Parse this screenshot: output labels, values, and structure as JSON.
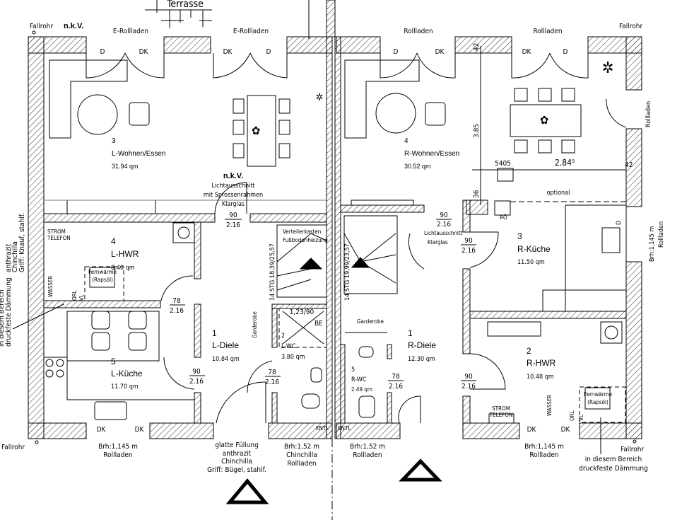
{
  "top": {
    "terrasse": "Terrasse",
    "fallrohr_l": "Fallrohr",
    "nkv": "n.k.V.",
    "e_rollladen_1": "E-Rollladen",
    "e_rollladen_2": "E-Rollladen",
    "rollladen_1": "Rollladen",
    "rollladen_2": "Rollladen",
    "fallrohr_r": "Fallrohr",
    "doors": [
      "D",
      "DK",
      "DK",
      "D",
      "D",
      "DK",
      "DK",
      "D"
    ]
  },
  "left": {
    "wohnen": {
      "num": "3",
      "name": "L-Wohnen/Essen",
      "area": "31.94  qm"
    },
    "window_note": {
      "nkv": "n.k.V.",
      "l1": "Lichtausschnitt",
      "l2": "mit Sprossenrahmen",
      "l3": "Klarglas",
      "w": "90",
      "h": "2.16"
    },
    "hwr": {
      "num": "4",
      "name": "L-HWR",
      "area": "8.40  qm",
      "strom": "STROM",
      "telefon": "TELEFON",
      "wasser": "WASSER",
      "orl": "ORL",
      "vl": "VL",
      "fw1": "Fernwärme",
      "fw2": "(Rapsöl)",
      "door_w": "78",
      "door_h": "2.16"
    },
    "kueche": {
      "num": "5",
      "name": "L-Küche",
      "area": "11.70  qm",
      "door_w": "90",
      "door_h": "2.16",
      "dk1": "DK",
      "dk2": "DK"
    },
    "diele": {
      "num": "1",
      "name": "L-Diele",
      "area": "10.84  qm"
    },
    "wc": {
      "num": "2",
      "name": "L-WC",
      "area": "3.80  qm",
      "shower": "1,23/90",
      "be": "BE",
      "door_w": "78",
      "door_h": "2.16",
      "entl": "ENTL"
    },
    "garderobe": "Garderobe",
    "stairs": "14  STG  18,39/25,57",
    "verteiler1": "Verteilerkasten",
    "verteiler2": "Fußbodenheizung",
    "side_note": {
      "l1": "anthrazit",
      "l2": "Chinchilla",
      "l3": "Griff: Knauf, stahlf."
    },
    "insul_note": {
      "l1": "in diesem Bereich",
      "l2": "druckfeste Dämmung"
    },
    "bottom": {
      "fallrohr": "Fallrohr",
      "brh1": "Brh:1,145  m",
      "roll1": "Rollladen",
      "door1": "glatte  Füllung",
      "door2": "anthrazit",
      "door3": "Chinchilla",
      "door4": "Griff:  Bügel,  stahlf.",
      "brh2": "Brh:1,52  m",
      "chin": "Chinchilla",
      "roll2": "Rollladen"
    }
  },
  "right": {
    "wohnen": {
      "num": "4",
      "name": "R-Wohnen/Essen",
      "area": "30.52  qm"
    },
    "dims": {
      "d385": "3.85",
      "d42a": "42",
      "d5405": "5405",
      "d284": "2.84⁵",
      "d42b": "42",
      "d36": "36"
    },
    "optional": "optional",
    "ro": "RÖ",
    "window_note": {
      "l1": "Lichtausschnitt",
      "l2": "Klarglas",
      "w": "90",
      "h": "2.16"
    },
    "kueche": {
      "num": "3",
      "name": "R-Küche",
      "area": "11.50  qm",
      "door_w": "90",
      "door_h": "2.16",
      "brh": "Brh:1,145  m",
      "roll": "Rollladen",
      "d": "D"
    },
    "rollladen_side": "Rollladen",
    "diele": {
      "num": "1",
      "name": "R-Diele",
      "area": "12.30  qm"
    },
    "wc": {
      "num": "5",
      "name": "R-WC",
      "area": "2.49  qm",
      "door_w": "78",
      "door_h": "2.16",
      "entl": "ENTL"
    },
    "garderobe": "Garderobe",
    "stairs": "14  STG  19,99/23,57",
    "hwr": {
      "num": "2",
      "name": "R-HWR",
      "area": "10.48  qm",
      "door_w": "90",
      "door_h": "2.16",
      "strom": "STROM",
      "telefon": "TELEFON",
      "wasser": "WASSER",
      "orl": "ORL",
      "vl": "VL",
      "fw1": "Fernwärme",
      "fw2": "(Rapsöl)",
      "dk1": "DK",
      "dk2": "DK"
    },
    "bottom": {
      "brh1": "Brh:1,52  m",
      "roll1": "Rollladen",
      "brh2": "Brh:1,145  m",
      "roll2": "Rollladen",
      "fallrohr": "Fallrohr",
      "insul1": "in diesem Bereich",
      "insul2": "druckfeste Dämmung"
    }
  }
}
